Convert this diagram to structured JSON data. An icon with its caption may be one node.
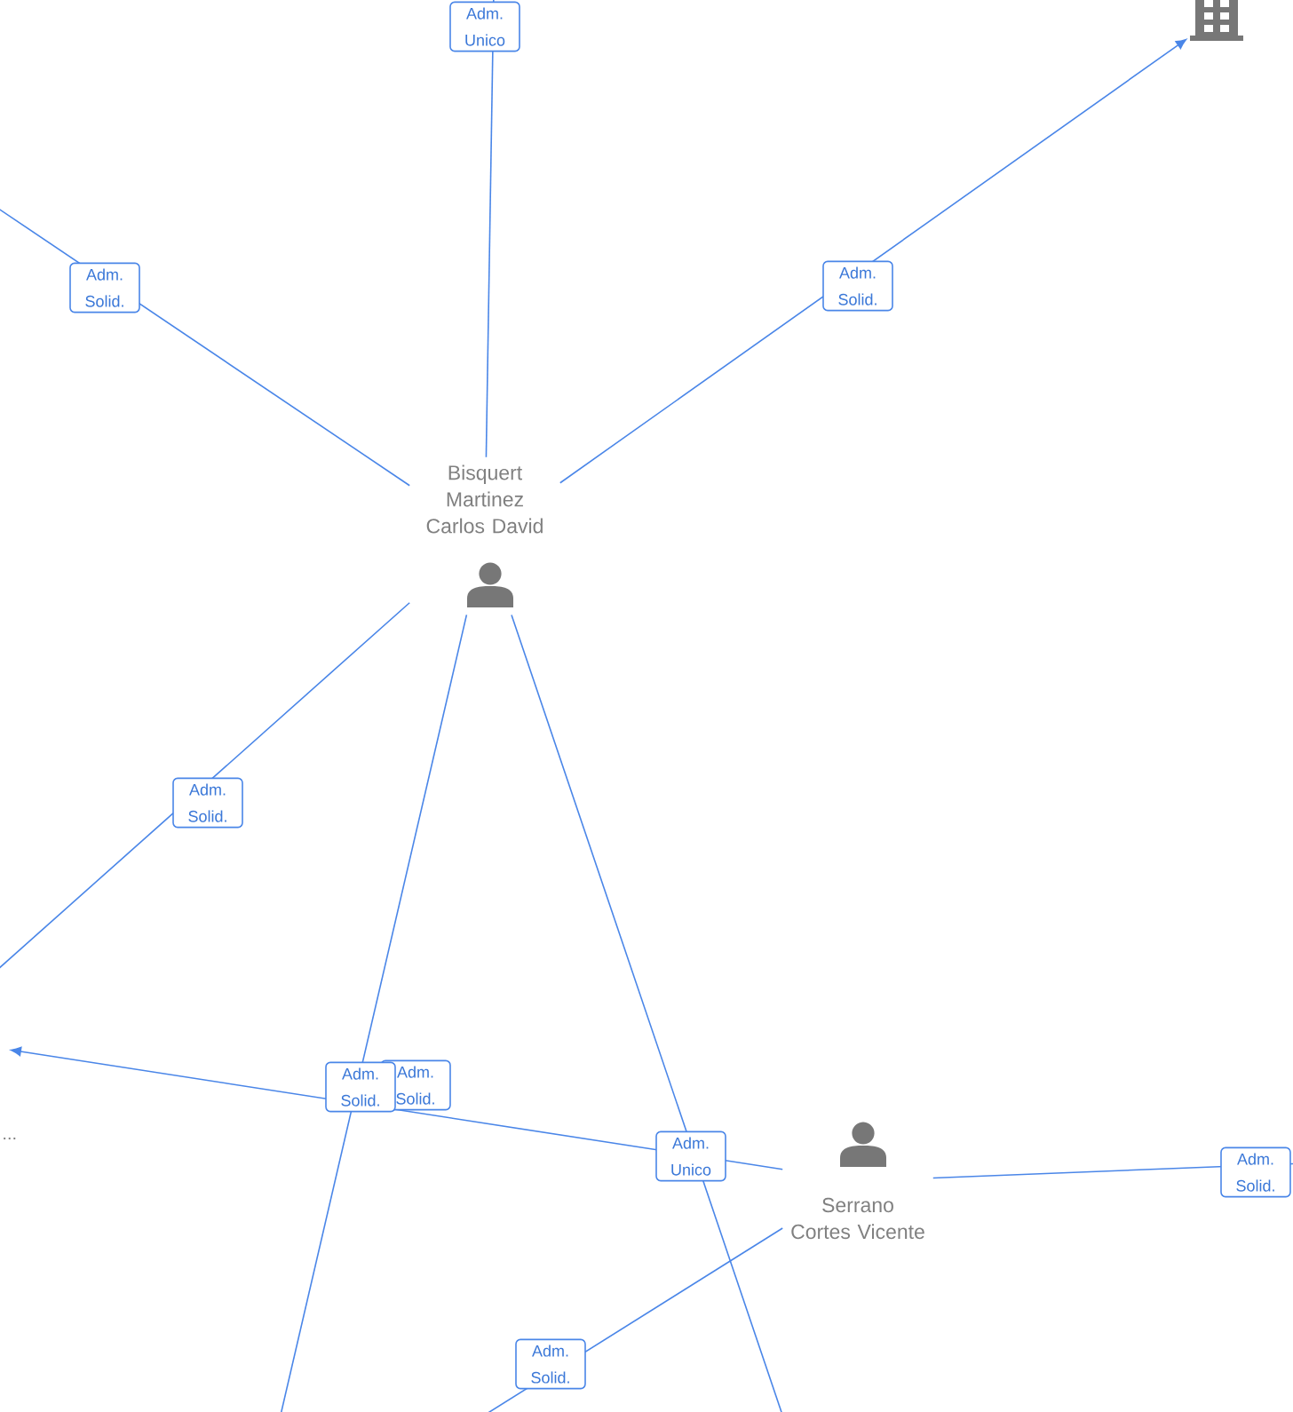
{
  "diagram": {
    "nodes": [
      {
        "text": [
          "Bisquert Martinez Carlos David"
        ]
      },
      {
        "text": [
          "Serrano Cortes Vicente"
        ]
      },
      {
        "text": [],
        "shape": "building"
      }
    ],
    "edges": [
      {
        "from": 0,
        "to": null,
        "arrow": "none",
        "label": "Adm. Unico"
      },
      {
        "from": 0,
        "to": null,
        "arrow": "none",
        "label": "Adm. Solid."
      },
      {
        "from": 0,
        "to": 2,
        "arrow": "to",
        "label": "Adm. Solid."
      },
      {
        "from": 0,
        "to": null,
        "arrow": "none",
        "label": "Adm. Solid."
      },
      {
        "from": 1,
        "to": null,
        "arrow": "to",
        "label": "Adm. Solid."
      },
      {
        "from": 0,
        "to": null,
        "arrow": "none",
        "label": "Adm. Solid."
      },
      {
        "from": 0,
        "to": null,
        "arrow": "none",
        "label": "Adm. Unico"
      },
      {
        "from": 1,
        "to": null,
        "arrow": "none",
        "label": "Adm. Solid."
      },
      {
        "from": 1,
        "to": null,
        "arrow": "none",
        "label": "Adm. Solid."
      }
    ],
    "labels": [
      "..."
    ]
  }
}
